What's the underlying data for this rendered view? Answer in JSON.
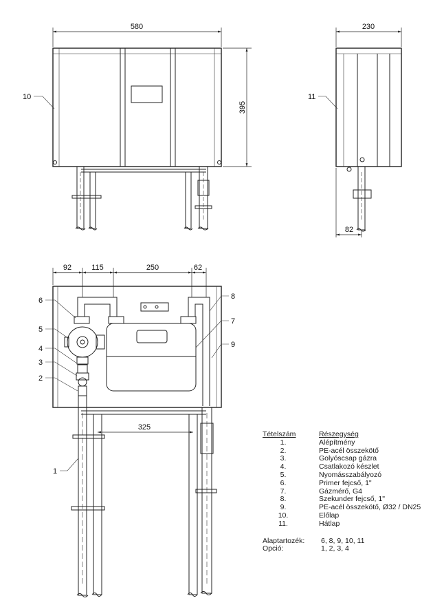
{
  "dimensions": {
    "front_width": "580",
    "front_height": "395",
    "side_width": "230",
    "side_offset": "82",
    "d92": "92",
    "d115": "115",
    "d250": "250",
    "d62": "62",
    "d325": "325"
  },
  "callouts": {
    "c1": "1",
    "c2": "2",
    "c3": "3",
    "c4": "4",
    "c5": "5",
    "c6": "6",
    "c7": "7",
    "c8": "8",
    "c9": "9",
    "c10": "10",
    "c11": "11"
  },
  "legend": {
    "header_number": "Tételszám",
    "header_part": "Részegység",
    "items": [
      {
        "num": "1.",
        "desc": "Alépítmény"
      },
      {
        "num": "2.",
        "desc": "PE-acél összekötő"
      },
      {
        "num": "3.",
        "desc": "Golyóscsap gázra"
      },
      {
        "num": "4.",
        "desc": "Csatlakozó készlet"
      },
      {
        "num": "5.",
        "desc": "Nyomásszabályozó"
      },
      {
        "num": "6.",
        "desc": "Primer fejcső, 1\""
      },
      {
        "num": "7.",
        "desc": "Gázmérő, G4"
      },
      {
        "num": "8.",
        "desc": "Szekunder fejcső, 1\""
      },
      {
        "num": "9.",
        "desc": "PE-acél összekötő, Ø32 / DN25"
      },
      {
        "num": "10.",
        "desc": "Előlap"
      },
      {
        "num": "11.",
        "desc": "Hátlap"
      }
    ],
    "base_label": "Alaptartozék:",
    "base_value": "6, 8, 9, 10, 11",
    "option_label": "Opció:",
    "option_value": "1, 2, 3, 4"
  }
}
